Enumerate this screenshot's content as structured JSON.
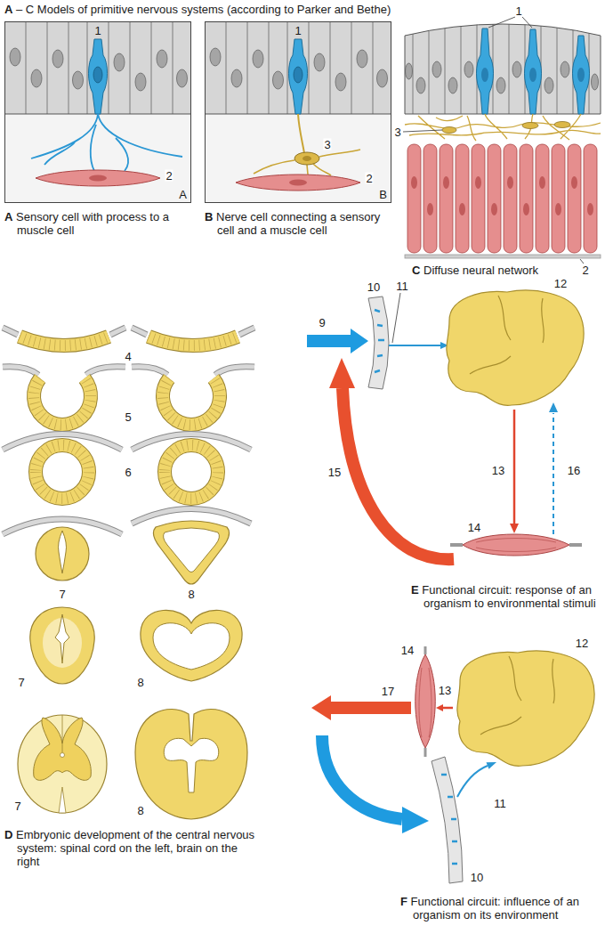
{
  "diagram": {
    "title": "A – C Models of primitive nervous systems (according to Parker and Bethe)",
    "nodes": [
      {
        "text": [
          "A"
        ]
      },
      {
        "text": [
          "B"
        ]
      }
    ],
    "labels": [
      "1",
      "2",
      "A Sensory cell with process to a muscle cell",
      "1",
      "3",
      "2",
      "B Nerve cell connecting a sensory cell and a muscle cell",
      "1",
      "3",
      "2",
      "C Diffuse neural network",
      "4",
      "5",
      "6",
      "7",
      "8",
      "7",
      "8",
      "7",
      "8",
      "D Embryonic development of the central nervous system: spinal cord on the left, brain on the right",
      "10",
      "11",
      "12",
      "9",
      "15",
      "13",
      "16",
      "14",
      "E Functional circuit: response of an organism to environmental stimuli",
      "14",
      "13",
      "12",
      "17",
      "11",
      "10",
      "F Functional circuit: influence of an organism on its environment"
    ]
  }
}
